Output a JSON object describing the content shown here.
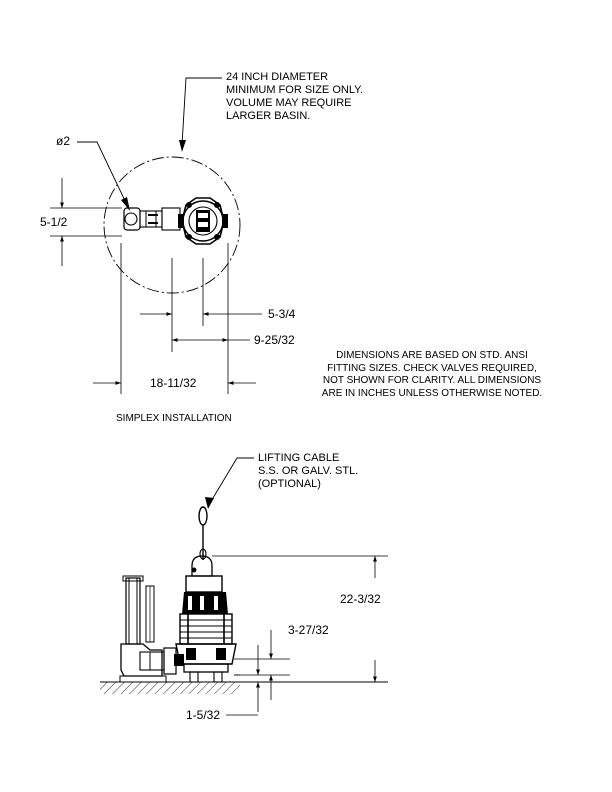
{
  "top_view": {
    "basin_note": [
      "24 INCH DIAMETER",
      "MINIMUM FOR SIZE ONLY.",
      "VOLUME MAY REQUIRE",
      "LARGER BASIN."
    ],
    "pipe_diameter": "ø2",
    "dim_height": "5-1/2",
    "dim_a": "5-3/4",
    "dim_b": "9-25/32",
    "dim_c": "18-11/32",
    "caption": "SIMPLEX INSTALLATION"
  },
  "general_note": [
    "DIMENSIONS ARE BASED ON STD. ANSI",
    "FITTING SIZES. CHECK VALVES REQUIRED,",
    "NOT SHOWN FOR CLARITY. ALL DIMENSIONS",
    "ARE IN INCHES UNLESS OTHERWISE NOTED."
  ],
  "side_view": {
    "cable_note": [
      "LIFTING CABLE",
      "S.S. OR GALV. STL.",
      "(OPTIONAL)"
    ],
    "dim_overall": "22-3/32",
    "dim_discharge": "3-27/32",
    "dim_base": "1-5/32"
  }
}
